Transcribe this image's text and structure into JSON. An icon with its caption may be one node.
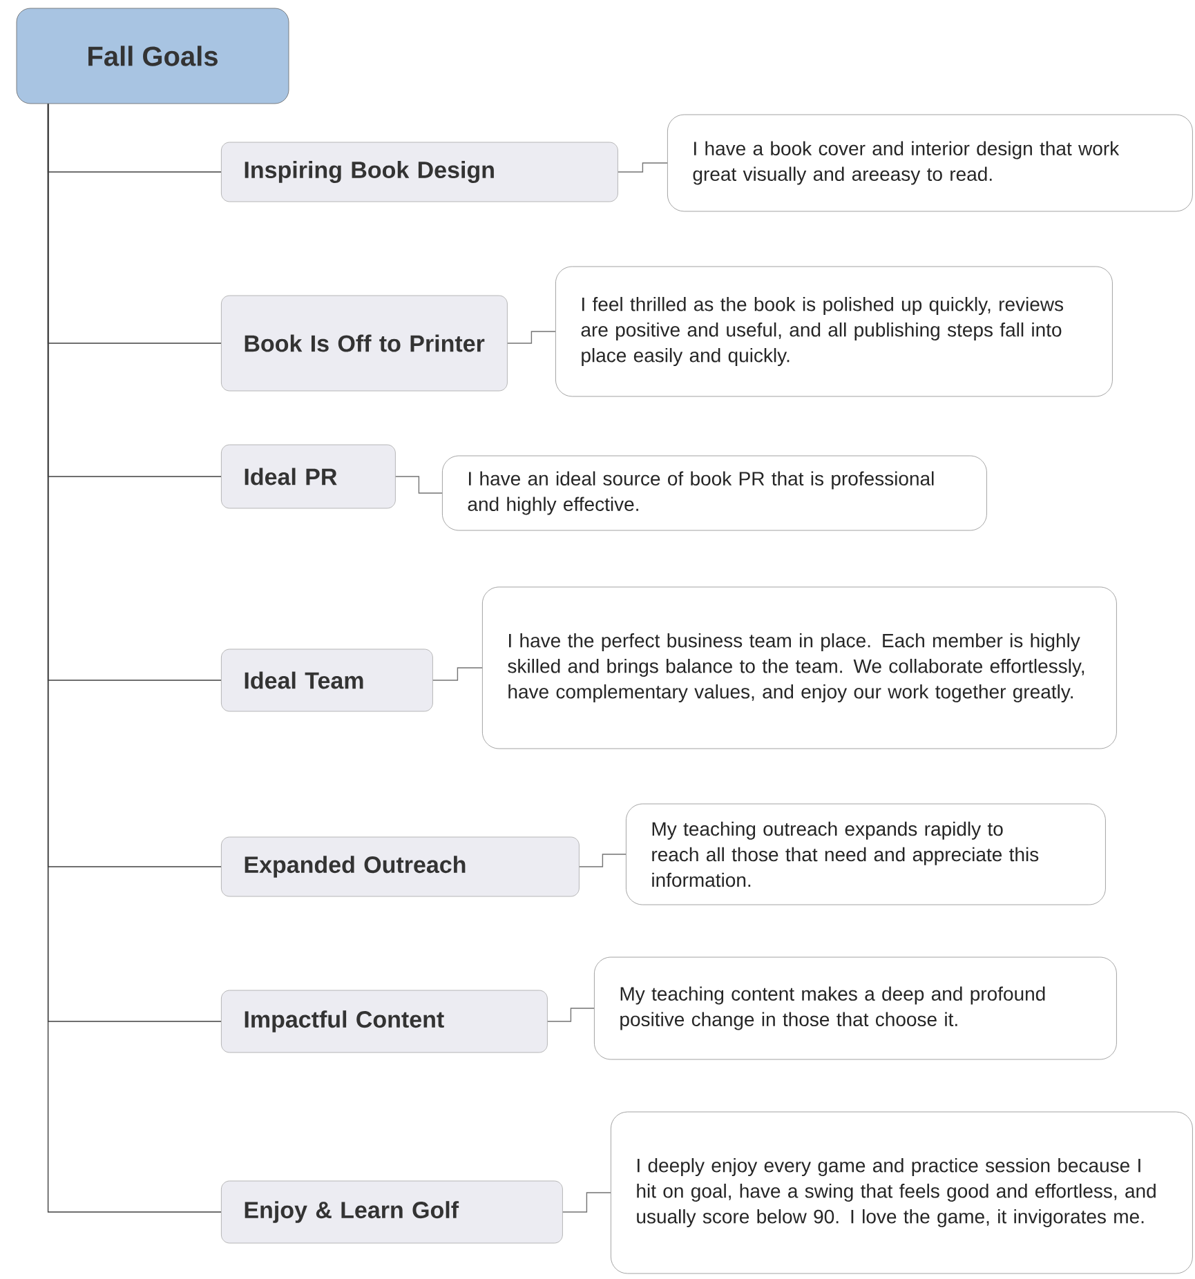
{
  "diagram": {
    "nodes": [
      {
        "text": [
          "Fall Goals"
        ]
      },
      {
        "text": [
          "Inspiring Book Design"
        ]
      },
      {
        "text": [
          "I have a book cover and interior design that work great visually and areeasy to read."
        ]
      },
      {
        "text": [
          "Book Is Off to Printer"
        ]
      },
      {
        "text": [
          "I feel thrilled as the book is polished up quickly, reviews are positive and useful, and all publishing steps fall into place easily and quickly."
        ]
      },
      {
        "text": [
          "Ideal PR"
        ]
      },
      {
        "text": [
          "I have an ideal source of book PR that is professional and highly effective."
        ]
      },
      {
        "text": [
          "Ideal Team"
        ]
      },
      {
        "text": [
          "I have the perfect business team in place. Each member is highly skilled and brings balance to the team. We collaborate effortlessly, have complementary values, and enjoy our work together greatly."
        ]
      },
      {
        "text": [
          "Expanded Outreach"
        ]
      },
      {
        "text": [
          "My teaching outreach expands rapidly to reach all those that need and appreciate this information."
        ]
      },
      {
        "text": [
          "Impactful Content"
        ]
      },
      {
        "text": [
          "My teaching content makes a deep and profound positive change in those that choose it."
        ]
      },
      {
        "text": [
          "Enjoy & Learn Golf"
        ]
      },
      {
        "text": [
          "I deeply enjoy every game and practice session because I hit on goal, have a swing that feels good and effortless, and usually score below 90. I love the game, it invigorates me."
        ]
      }
    ],
    "edges": [
      {
        "from": 0,
        "to": 1,
        "arrow": "none"
      },
      {
        "from": 1,
        "to": 2,
        "arrow": "none"
      },
      {
        "from": 0,
        "to": 3,
        "arrow": "none"
      },
      {
        "from": 3,
        "to": 4,
        "arrow": "none"
      },
      {
        "from": 0,
        "to": 5,
        "arrow": "none"
      },
      {
        "from": 5,
        "to": 6,
        "arrow": "none"
      },
      {
        "from": 0,
        "to": 7,
        "arrow": "none"
      },
      {
        "from": 7,
        "to": 8,
        "arrow": "none"
      },
      {
        "from": 0,
        "to": 9,
        "arrow": "none"
      },
      {
        "from": 9,
        "to": 10,
        "arrow": "none"
      },
      {
        "from": 0,
        "to": 11,
        "arrow": "none"
      },
      {
        "from": 11,
        "to": 12,
        "arrow": "none"
      },
      {
        "from": 0,
        "to": 13,
        "arrow": "none"
      },
      {
        "from": 13,
        "to": 14,
        "arrow": "none"
      }
    ]
  }
}
